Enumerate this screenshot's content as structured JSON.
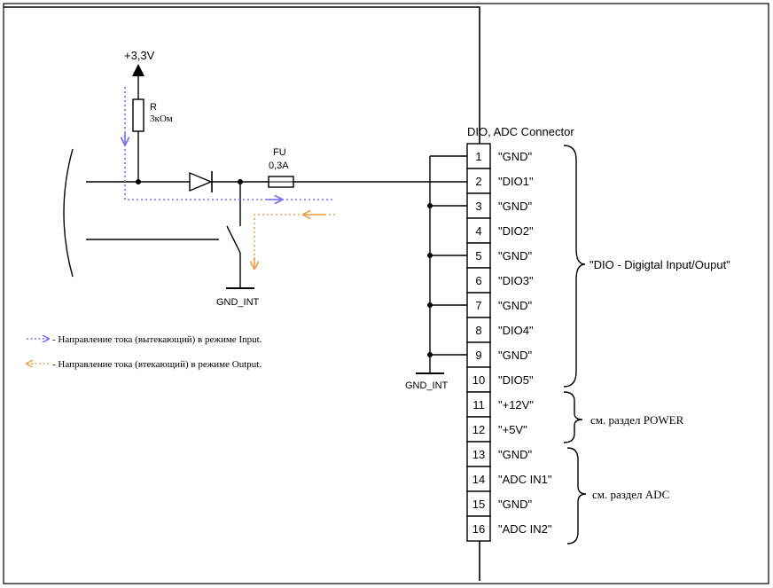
{
  "supply": {
    "label": "+3,3V"
  },
  "resistor": {
    "name": "R",
    "value": "3кОм"
  },
  "fuse": {
    "name": "FU",
    "value": "0,3А"
  },
  "ground": {
    "left_label": "GND_INT",
    "connector_label": "GND_INT"
  },
  "connector": {
    "title": "DIO, ADC Connector",
    "pins": [
      {
        "num": "1",
        "signal": "\"GND\""
      },
      {
        "num": "2",
        "signal": "\"DIO1\""
      },
      {
        "num": "3",
        "signal": "\"GND\""
      },
      {
        "num": "4",
        "signal": "\"DIO2\""
      },
      {
        "num": "5",
        "signal": "\"GND\""
      },
      {
        "num": "6",
        "signal": "\"DIO3\""
      },
      {
        "num": "7",
        "signal": "\"GND\""
      },
      {
        "num": "8",
        "signal": "\"DIO4\""
      },
      {
        "num": "9",
        "signal": "\"GND\""
      },
      {
        "num": "10",
        "signal": "\"DIO5\""
      },
      {
        "num": "11",
        "signal": "\"+12V\""
      },
      {
        "num": "12",
        "signal": "\"+5V\""
      },
      {
        "num": "13",
        "signal": "\"GND\""
      },
      {
        "num": "14",
        "signal": "\"ADC IN1\""
      },
      {
        "num": "15",
        "signal": "\"GND\""
      },
      {
        "num": "16",
        "signal": "\"ADC IN2\""
      }
    ]
  },
  "groups": {
    "dio": "\"DIO - Digigtal Input/Ouput\"",
    "power": "см. раздел POWER",
    "adc": "см. раздел ADC"
  },
  "legend": {
    "input": "- Направление тока (вытекающий) в режиме Input.",
    "output": "- Направление тока (втекающий) в режиме Output."
  },
  "colors": {
    "input_arrow": "#7b6ff0",
    "output_arrow": "#f0a24a",
    "line": "#000000"
  }
}
